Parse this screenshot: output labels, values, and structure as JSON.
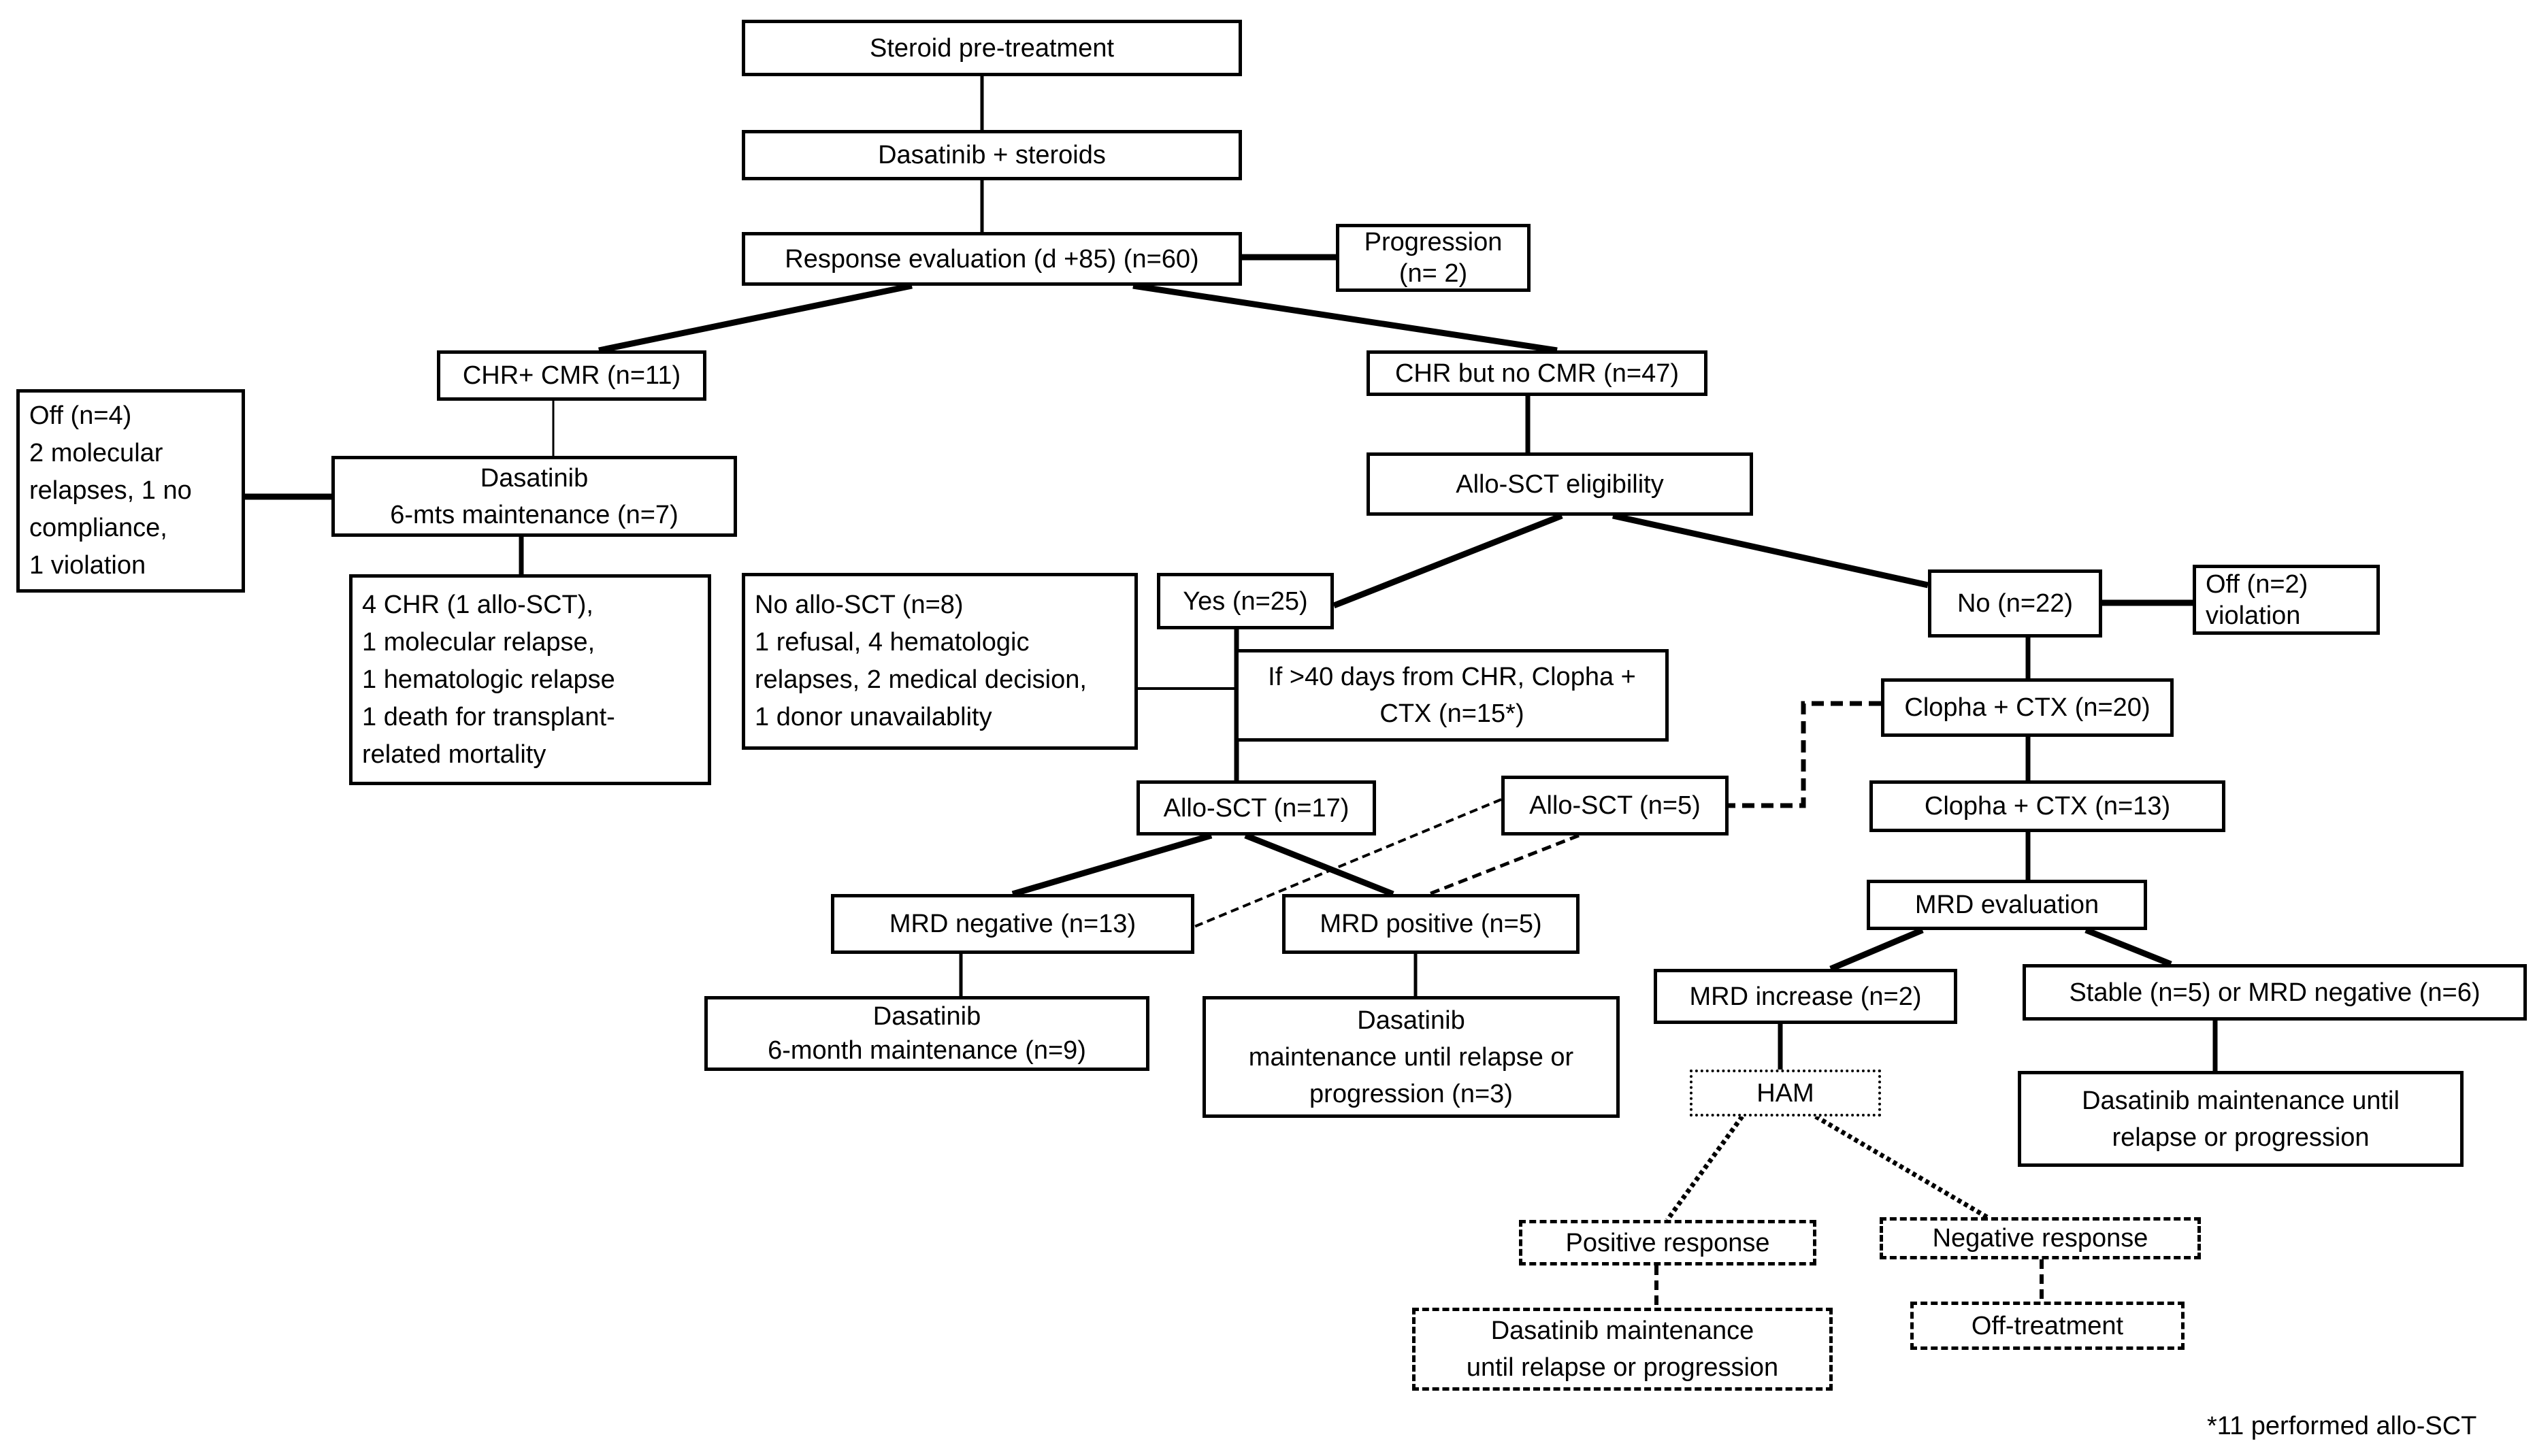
{
  "diagram": {
    "nodes": {
      "steroid": {
        "lines": [
          "Steroid pre-treatment"
        ],
        "style": "solid"
      },
      "dasa_steroids": {
        "lines": [
          "Dasatinib + steroids"
        ],
        "style": "solid"
      },
      "response_eval": {
        "lines": [
          "Response evaluation (d +85) (n=60)"
        ],
        "style": "solid"
      },
      "progression": {
        "lines": [
          "Progression",
          "(n= 2)"
        ],
        "style": "solid"
      },
      "chr_cmr": {
        "lines": [
          "CHR+ CMR (n=11)"
        ],
        "style": "solid"
      },
      "chr_no_cmr": {
        "lines": [
          "CHR but no CMR (n=47)"
        ],
        "style": "solid"
      },
      "off4": {
        "lines": [
          "Off (n=4)",
          "2 molecular",
          "relapses, 1 no",
          "compliance,",
          "1 violation"
        ],
        "style": "solid"
      },
      "dasa_6mts": {
        "lines": [
          "Dasatinib",
          "6-mts maintenance (n=7)"
        ],
        "style": "solid"
      },
      "outcome_cmr": {
        "lines": [
          "4 CHR (1 allo-SCT),",
          "1 molecular relapse,",
          "1 hematologic relapse",
          "1 death for transplant-",
          "related mortality"
        ],
        "style": "solid"
      },
      "allo_elig": {
        "lines": [
          "Allo-SCT eligibility"
        ],
        "style": "solid"
      },
      "no_allo": {
        "lines": [
          "No allo-SCT (n=8)",
          "1 refusal, 4 hematologic",
          "relapses, 2 medical decision,",
          "1 donor unavailablity"
        ],
        "style": "solid"
      },
      "yes": {
        "lines": [
          "Yes (n=25)"
        ],
        "style": "solid"
      },
      "if40": {
        "lines": [
          "If >40 days from CHR, Clopha +",
          "CTX (n=15*)"
        ],
        "style": "solid"
      },
      "no22": {
        "lines": [
          "No (n=22)"
        ],
        "style": "solid"
      },
      "off2": {
        "lines": [
          "Off (n=2)",
          "violation"
        ],
        "style": "solid"
      },
      "clopha20": {
        "lines": [
          "Clopha + CTX (n=20)"
        ],
        "style": "solid"
      },
      "clopha13": {
        "lines": [
          "Clopha + CTX (n=13)"
        ],
        "style": "solid"
      },
      "allo17": {
        "lines": [
          "Allo-SCT (n=17)"
        ],
        "style": "solid"
      },
      "allo5": {
        "lines": [
          "Allo-SCT (n=5)"
        ],
        "style": "solid"
      },
      "mrd_neg": {
        "lines": [
          "MRD negative (n=13)"
        ],
        "style": "solid"
      },
      "mrd_pos": {
        "lines": [
          "MRD positive (n=5)"
        ],
        "style": "solid"
      },
      "mrd_eval": {
        "lines": [
          "MRD evaluation"
        ],
        "style": "solid"
      },
      "mrd_inc": {
        "lines": [
          "MRD increase (n=2)"
        ],
        "style": "solid"
      },
      "stable": {
        "lines": [
          "Stable  (n=5) or MRD negative (n=6)"
        ],
        "style": "solid"
      },
      "dasa_6month": {
        "lines": [
          "Dasatinib",
          "6-month maintenance (n=9)"
        ],
        "style": "solid"
      },
      "dasa_until3": {
        "lines": [
          "Dasatinib",
          "maintenance until relapse or",
          "progression (n=3)"
        ],
        "style": "solid"
      },
      "dasa_until_right": {
        "lines": [
          "Dasatinib  maintenance until",
          "relapse or progression"
        ],
        "style": "solid"
      },
      "ham": {
        "lines": [
          "HAM"
        ],
        "style": "dotted"
      },
      "pos_resp": {
        "lines": [
          "Positive response"
        ],
        "style": "dashed"
      },
      "neg_resp": {
        "lines": [
          "Negative response"
        ],
        "style": "dashed"
      },
      "dasa_until_dashed": {
        "lines": [
          "Dasatinib  maintenance",
          "until relapse or progression"
        ],
        "style": "dashed"
      },
      "off_treat": {
        "lines": [
          "Off-treatment"
        ],
        "style": "dashed"
      }
    },
    "edges": [
      {
        "from": "steroid",
        "to": "dasa_steroids",
        "style": "solid"
      },
      {
        "from": "dasa_steroids",
        "to": "response_eval",
        "style": "solid"
      },
      {
        "from": "response_eval",
        "to": "progression",
        "style": "solid"
      },
      {
        "from": "response_eval",
        "to": "chr_cmr",
        "style": "solid"
      },
      {
        "from": "response_eval",
        "to": "chr_no_cmr",
        "style": "solid"
      },
      {
        "from": "chr_cmr",
        "to": "dasa_6mts",
        "style": "solid"
      },
      {
        "from": "dasa_6mts",
        "to": "off4",
        "style": "solid"
      },
      {
        "from": "dasa_6mts",
        "to": "outcome_cmr",
        "style": "solid"
      },
      {
        "from": "chr_no_cmr",
        "to": "allo_elig",
        "style": "solid"
      },
      {
        "from": "allo_elig",
        "to": "yes",
        "style": "solid"
      },
      {
        "from": "allo_elig",
        "to": "no22",
        "style": "solid"
      },
      {
        "from": "yes",
        "to": "no_allo",
        "style": "solid"
      },
      {
        "from": "yes",
        "to": "if40",
        "style": "solid"
      },
      {
        "from": "yes",
        "to": "allo17",
        "style": "solid"
      },
      {
        "from": "no22",
        "to": "off2",
        "style": "solid"
      },
      {
        "from": "no22",
        "to": "clopha20",
        "style": "solid"
      },
      {
        "from": "clopha20",
        "to": "allo5",
        "style": "dashed"
      },
      {
        "from": "clopha20",
        "to": "clopha13",
        "style": "solid"
      },
      {
        "from": "allo17",
        "to": "mrd_neg",
        "style": "solid"
      },
      {
        "from": "allo17",
        "to": "mrd_pos",
        "style": "solid"
      },
      {
        "from": "allo5",
        "to": "mrd_neg",
        "style": "dashed"
      },
      {
        "from": "allo5",
        "to": "mrd_pos",
        "style": "dashed"
      },
      {
        "from": "mrd_neg",
        "to": "dasa_6month",
        "style": "solid"
      },
      {
        "from": "mrd_pos",
        "to": "dasa_until3",
        "style": "solid"
      },
      {
        "from": "clopha13",
        "to": "mrd_eval",
        "style": "solid"
      },
      {
        "from": "mrd_eval",
        "to": "mrd_inc",
        "style": "solid"
      },
      {
        "from": "mrd_eval",
        "to": "stable",
        "style": "solid"
      },
      {
        "from": "stable",
        "to": "dasa_until_right",
        "style": "solid"
      },
      {
        "from": "mrd_inc",
        "to": "ham",
        "style": "solid"
      },
      {
        "from": "ham",
        "to": "pos_resp",
        "style": "dotted"
      },
      {
        "from": "ham",
        "to": "neg_resp",
        "style": "dotted"
      },
      {
        "from": "pos_resp",
        "to": "dasa_until_dashed",
        "style": "dashed"
      },
      {
        "from": "neg_resp",
        "to": "off_treat",
        "style": "dashed"
      }
    ],
    "footnote": "*11 performed allo-SCT"
  }
}
